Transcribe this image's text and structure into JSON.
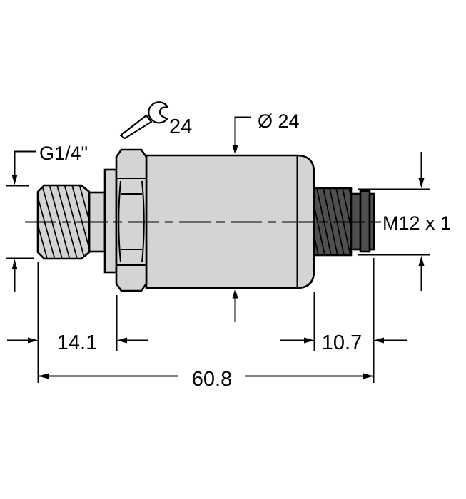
{
  "drawing": {
    "type": "technical-dimension-drawing",
    "part": "pressure-transmitter side view",
    "labels": {
      "port_thread": "G1/4\"",
      "wrench_size": "24",
      "body_diameter": "Ø 24",
      "connector_thread": "M12 x 1"
    },
    "dimensions": {
      "port_length": "14.1",
      "connector_length": "10.7",
      "total_length": "60.8"
    },
    "icons": {
      "wrench": "open-end-wrench-icon"
    },
    "colors": {
      "background": "#ffffff",
      "body_fill": "#d4d4d4",
      "connector_fill": "#4f4f4f",
      "line": "#000000"
    }
  }
}
